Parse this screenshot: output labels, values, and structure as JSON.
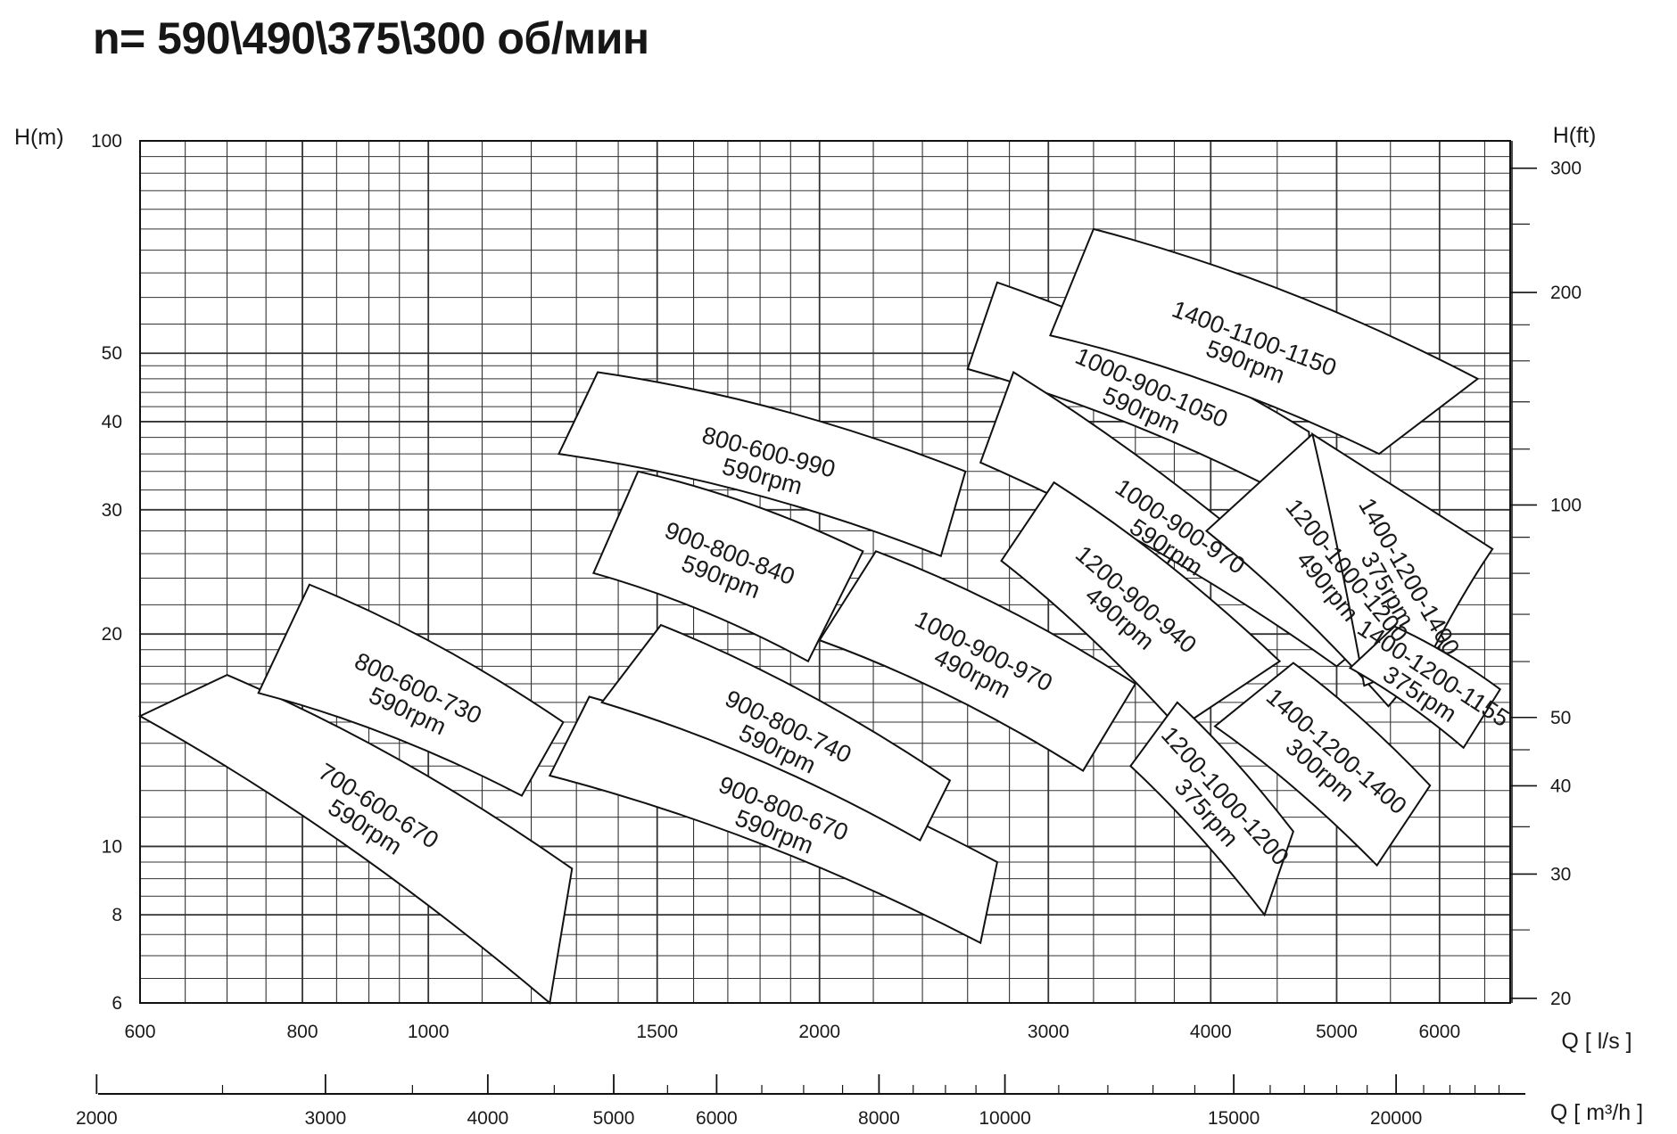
{
  "title": "n= 590\\490\\375\\300 об/мин",
  "chart_data": {
    "type": "other",
    "description_type": "pump selection performance field (log-log)",
    "x_axis_lps": {
      "label": "Q [ l/s ]",
      "scale": "log",
      "range": [
        600,
        6800
      ],
      "ticks": [
        600,
        800,
        1000,
        1500,
        2000,
        3000,
        4000,
        5000,
        6000
      ]
    },
    "x_axis_m3h": {
      "label": "Q [ m³/h ]",
      "scale": "log",
      "range": [
        2160,
        24480
      ],
      "ticks": [
        2000,
        3000,
        4000,
        5000,
        6000,
        8000,
        10000,
        15000,
        20000
      ]
    },
    "y_axis_m": {
      "label": "H(m)",
      "scale": "log",
      "range": [
        6,
        100
      ],
      "ticks": [
        6,
        8,
        10,
        20,
        30,
        40,
        50,
        100
      ]
    },
    "y_axis_ft": {
      "label": "H(ft)",
      "scale": "log",
      "range": [
        19.7,
        328
      ],
      "ticks": [
        20,
        30,
        40,
        50,
        100,
        200,
        300
      ]
    },
    "grid": true,
    "regions": [
      {
        "model": "700-600-670",
        "speed": "590rpm",
        "corners": [
          [
            600,
            15.3
          ],
          [
            700,
            17.5
          ],
          [
            1290,
            9.3
          ],
          [
            1240,
            6.0
          ]
        ]
      },
      {
        "model": "800-600-730",
        "speed": "590rpm",
        "corners": [
          [
            740,
            16.5
          ],
          [
            810,
            23.5
          ],
          [
            1270,
            15.0
          ],
          [
            1180,
            11.8
          ]
        ]
      },
      {
        "model": "900-800-670",
        "speed": "590rpm",
        "corners": [
          [
            1240,
            12.6
          ],
          [
            1330,
            16.3
          ],
          [
            2740,
            9.5
          ],
          [
            2660,
            7.3
          ]
        ]
      },
      {
        "model": "900-800-740",
        "speed": "590rpm",
        "corners": [
          [
            1360,
            16.0
          ],
          [
            1510,
            20.6
          ],
          [
            2520,
            12.4
          ],
          [
            2390,
            10.2
          ]
        ]
      },
      {
        "model": "800-600-990",
        "speed": "590rpm",
        "corners": [
          [
            1260,
            36.0
          ],
          [
            1350,
            47.0
          ],
          [
            2590,
            34.0
          ],
          [
            2480,
            25.8
          ]
        ]
      },
      {
        "model": "900-800-840",
        "speed": "590rpm",
        "corners": [
          [
            1340,
            24.4
          ],
          [
            1450,
            34.0
          ],
          [
            2160,
            26.2
          ],
          [
            1960,
            18.3
          ]
        ]
      },
      {
        "model": "1000-900-970",
        "speed": "490rpm",
        "corners": [
          [
            2000,
            19.6
          ],
          [
            2210,
            26.2
          ],
          [
            3500,
            17.0
          ],
          [
            3190,
            12.8
          ]
        ]
      },
      {
        "model": "1000-900-1050",
        "speed": "590rpm",
        "corners": [
          [
            2600,
            47.5
          ],
          [
            2740,
            63.0
          ],
          [
            4760,
            38.7
          ],
          [
            4800,
            30.0
          ]
        ]
      },
      {
        "model": "1000-900-970",
        "speed": "590rpm",
        "corners": [
          [
            2660,
            35.0
          ],
          [
            2820,
            47.0
          ],
          [
            5250,
            19.4
          ],
          [
            5000,
            18.0
          ]
        ]
      },
      {
        "model": "1200-900-940",
        "speed": "490rpm",
        "corners": [
          [
            2760,
            25.4
          ],
          [
            3030,
            32.8
          ],
          [
            4520,
            18.3
          ],
          [
            3780,
            14.7
          ]
        ]
      },
      {
        "model": "1400-1100-1150",
        "speed": "590rpm",
        "corners": [
          [
            3010,
            53.0
          ],
          [
            3250,
            75.0
          ],
          [
            6420,
            46.0
          ],
          [
            5390,
            36.0
          ]
        ]
      },
      {
        "model": "1200-1000-1200",
        "speed": "490rpm",
        "corners": [
          [
            3970,
            28.0
          ],
          [
            4790,
            38.4
          ],
          [
            6050,
            19.6
          ],
          [
            5480,
            15.8
          ]
        ]
      },
      {
        "model": "1400-1200-1400",
        "speed": "375rpm",
        "corners": [
          [
            4790,
            38.4
          ],
          [
            6590,
            26.4
          ],
          [
            5870,
            18.3
          ],
          [
            5250,
            16.9
          ]
        ]
      },
      {
        "model": "1200-1000-1200",
        "speed": "375rpm",
        "corners": [
          [
            3470,
            13.0
          ],
          [
            3770,
            16.0
          ],
          [
            4630,
            10.5
          ],
          [
            4400,
            8.0
          ]
        ]
      },
      {
        "model": "1400-1200-1400",
        "speed": "300rpm",
        "corners": [
          [
            4030,
            14.8
          ],
          [
            4630,
            18.2
          ],
          [
            5900,
            12.2
          ],
          [
            5370,
            9.4
          ]
        ]
      },
      {
        "model": "1400-1200-1155",
        "speed": "375rpm",
        "corners": [
          [
            5120,
            17.9
          ],
          [
            5540,
            20.5
          ],
          [
            6680,
            16.7
          ],
          [
            6260,
            13.8
          ]
        ]
      }
    ]
  }
}
